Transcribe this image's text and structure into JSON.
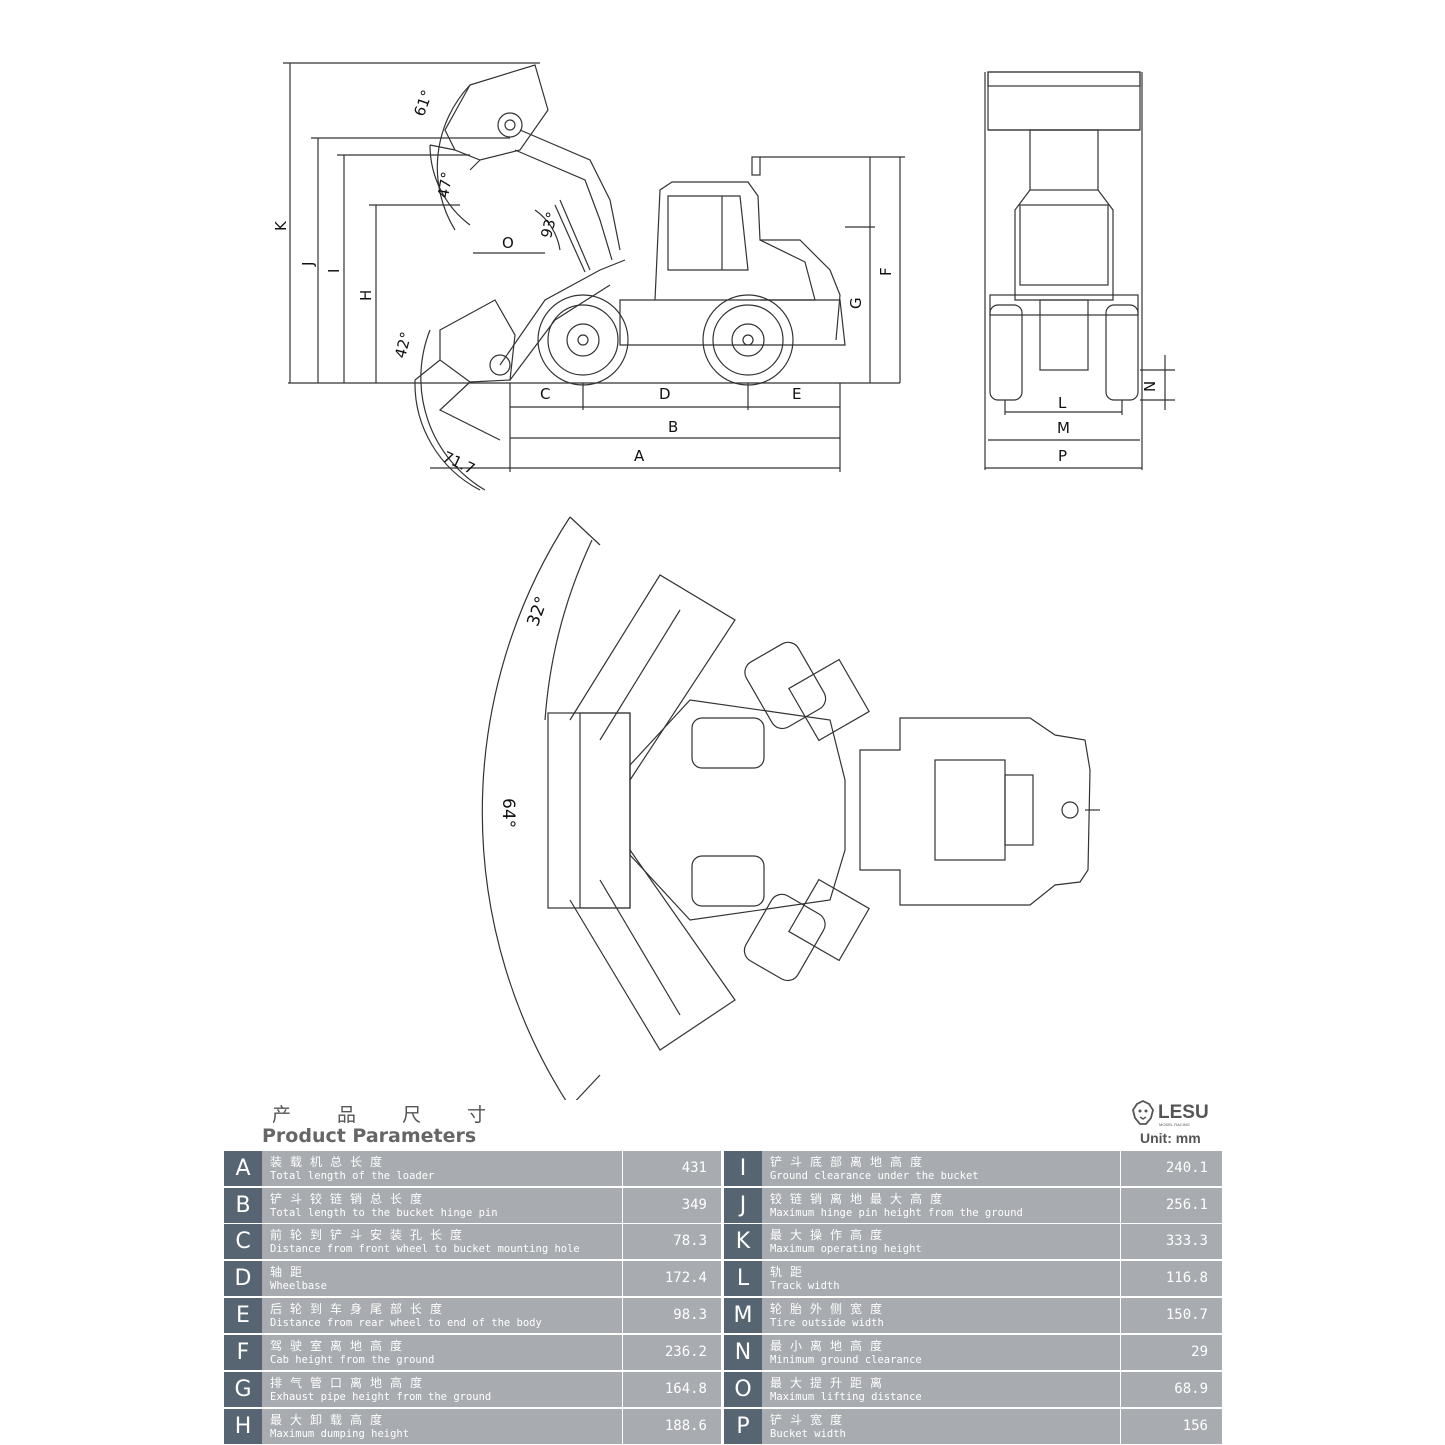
{
  "dimension_letters": {
    "side": [
      "K",
      "J",
      "I",
      "H",
      "O",
      "F",
      "G",
      "C",
      "D",
      "E",
      "B",
      "A"
    ],
    "front": [
      "N",
      "L",
      "M",
      "P"
    ]
  },
  "angle_labels": {
    "a61": "61°",
    "a47": "47°",
    "a93": "93°",
    "a42": "42°",
    "a71": "71.7",
    "a32": "32°",
    "a64": "64°"
  },
  "header": {
    "title_cn": "产 品 尺 寸",
    "title_en": "Product Parameters",
    "unit": "Unit: mm",
    "logo_text": "LESU",
    "logo_sub": "MODEL RACING"
  },
  "colors": {
    "row_bg": "#a8abaf",
    "key_bg": "#566571",
    "text_on_row": "#ffffff"
  },
  "params_left": [
    {
      "key": "A",
      "cn": "装载机总长度",
      "en": "Total length of the loader",
      "value": "431"
    },
    {
      "key": "B",
      "cn": "铲斗铰链销总长度",
      "en": "Total length to the bucket hinge pin",
      "value": "349"
    },
    {
      "key": "C",
      "cn": "前轮到铲斗安装孔长度",
      "en": "Distance from front wheel to bucket mounting hole",
      "value": "78.3"
    },
    {
      "key": "D",
      "cn": "轴距",
      "en": "Wheelbase",
      "value": "172.4"
    },
    {
      "key": "E",
      "cn": "后轮到车身尾部长度",
      "en": "Distance from rear wheel to end of the body",
      "value": "98.3"
    },
    {
      "key": "F",
      "cn": "驾驶室离地高度",
      "en": "Cab height from the ground",
      "value": "236.2"
    },
    {
      "key": "G",
      "cn": "排气管口离地高度",
      "en": "Exhaust pipe height from the ground",
      "value": "164.8"
    },
    {
      "key": "H",
      "cn": "最大卸载高度",
      "en": "Maximum dumping height",
      "value": "188.6"
    }
  ],
  "params_right": [
    {
      "key": "I",
      "cn": "铲斗底部离地高度",
      "en": "Ground clearance under the bucket",
      "value": "240.1"
    },
    {
      "key": "J",
      "cn": "铰链销离地最大高度",
      "en": "Maximum hinge pin height from the ground",
      "value": "256.1"
    },
    {
      "key": "K",
      "cn": "最大操作高度",
      "en": "Maximum operating height",
      "value": "333.3"
    },
    {
      "key": "L",
      "cn": "轨距",
      "en": "Track width",
      "value": "116.8"
    },
    {
      "key": "M",
      "cn": "轮胎外侧宽度",
      "en": "Tire outside width",
      "value": "150.7"
    },
    {
      "key": "N",
      "cn": "最小离地高度",
      "en": "Minimum ground clearance",
      "value": "29"
    },
    {
      "key": "O",
      "cn": "最大提升距离",
      "en": "Maximum lifting distance",
      "value": "68.9"
    },
    {
      "key": "P",
      "cn": "铲斗宽度",
      "en": "Bucket width",
      "value": "156"
    }
  ]
}
